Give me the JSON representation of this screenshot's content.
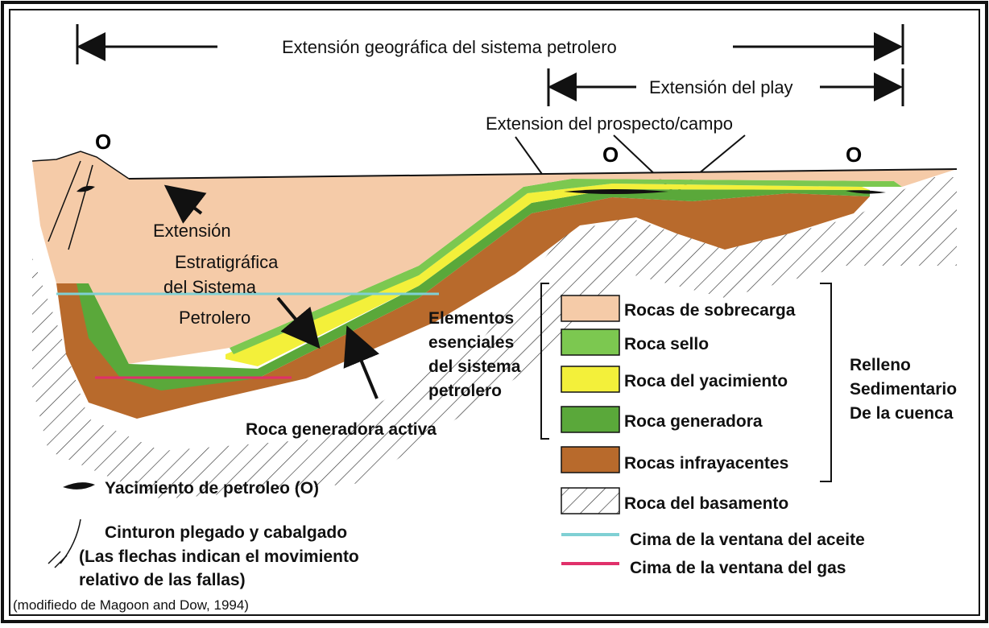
{
  "labels": {
    "geo_extent": "Extensión geográfica del sistema petrolero",
    "play_extent": "Extensión del play",
    "prospect_extent": "Extension del prospecto/campo",
    "oil_marker": "O",
    "strat_line1": "Extensión",
    "strat_line2": "Estratigráfica",
    "strat_line3": "del Sistema",
    "strat_line4": "Petrolero",
    "elements_line1": "Elementos",
    "elements_line2": "esenciales",
    "elements_line3": "del sistema",
    "elements_line4": "petrolero",
    "active_source": "Roca generadora activa",
    "basin_fill_line1": "Relleno",
    "basin_fill_line2": "Sedimentario",
    "basin_fill_line3": "De la cuenca",
    "credit": "(modifiedo de Magoon and Dow, 1994)"
  },
  "legend": {
    "overburden": "Rocas de sobrecarga",
    "seal": "Roca sello",
    "reservoir": "Roca del yacimiento",
    "source": "Roca generadora",
    "underburden": "Rocas infrayacentes",
    "basement": "Roca del basamento",
    "oil_window": "Cima de la ventana del aceite",
    "gas_window": "Cima de la ventana del gas",
    "oil_field": "Yacimiento de petroleo (O)",
    "thrust_line1": "Cinturon plegado y cabalgado",
    "thrust_line2": "(Las flechas indican el movimiento",
    "thrust_line3": "relativo de las fallas)"
  },
  "colors": {
    "overburden": "#f5cba8",
    "seal": "#7cc850",
    "reservoir": "#f3f03a",
    "source": "#5aa83a",
    "underburden": "#b86a2c",
    "oil_window": "#7fd0d4",
    "gas_window": "#e0306a"
  }
}
